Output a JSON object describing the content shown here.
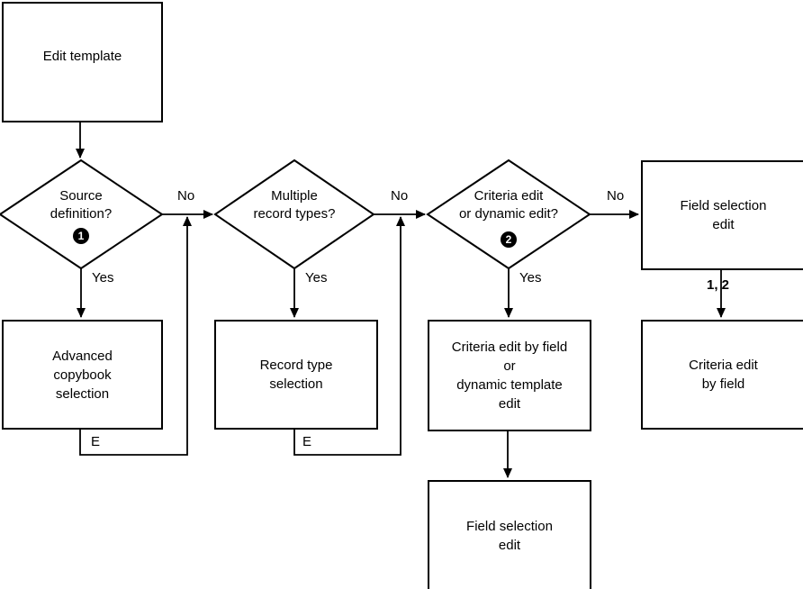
{
  "nodes": {
    "edit_template": {
      "label": "Edit template"
    },
    "source_definition": {
      "label": "Source\ndefinition?",
      "badge": "1"
    },
    "multiple_record_types": {
      "label": "Multiple\nrecord types?"
    },
    "criteria_or_dynamic_edit": {
      "label": "Criteria edit\nor dynamic edit?",
      "badge": "2"
    },
    "field_selection_edit_right": {
      "label": "Field selection\nedit"
    },
    "advanced_copybook_selection": {
      "label": "Advanced\ncopybook\nselection"
    },
    "record_type_selection": {
      "label": "Record type\nselection"
    },
    "criteria_edit_by_field_or_dynamic_template_edit": {
      "label": "Criteria edit by field\nor\ndynamic template\nedit"
    },
    "criteria_edit_by_field": {
      "label": "Criteria edit\nby field"
    },
    "field_selection_edit_bottom": {
      "label": "Field selection\nedit"
    }
  },
  "edge_labels": {
    "no_source_definition": "No",
    "no_multiple_record_types": "No",
    "no_criteria_or_dynamic": "No",
    "yes_source_definition": "Yes",
    "yes_multiple_record_types": "Yes",
    "yes_criteria_or_dynamic": "Yes",
    "exit_advanced_copybook": "E",
    "exit_record_type_selection": "E",
    "ref_numbers": "1, 2"
  },
  "colors": {
    "line": "#000000",
    "background": "#ffffff",
    "badge_background": "#000000",
    "badge_text": "#ffffff"
  }
}
